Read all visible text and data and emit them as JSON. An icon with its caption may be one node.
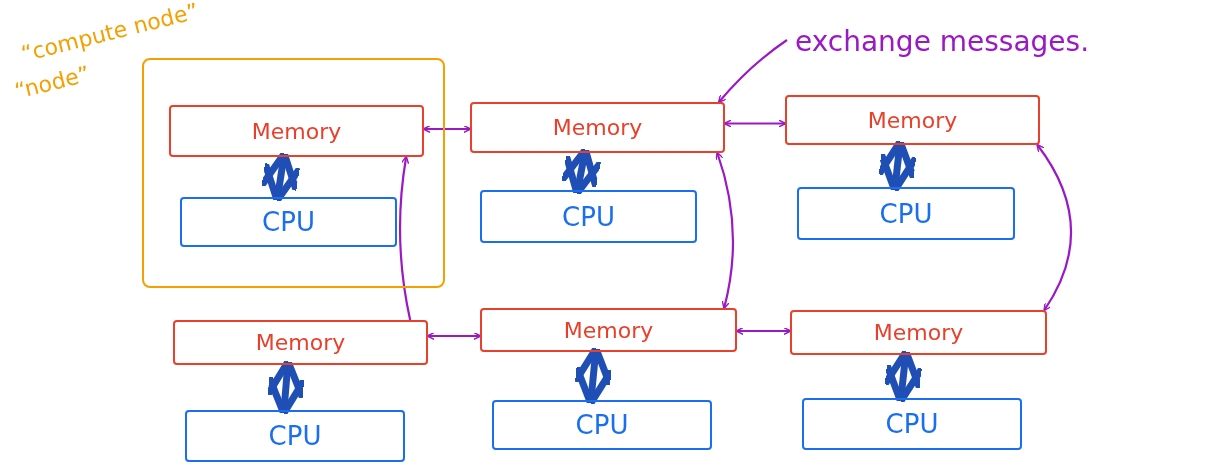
{
  "diagram": {
    "nodes": [
      {
        "text": [
          "“compute node”",
          "“node”"
        ]
      },
      {
        "text": [
          "Memory"
        ],
        "in": 0
      },
      {
        "text": [
          "CPU"
        ],
        "in": 0
      },
      {
        "text": [
          "Memory"
        ]
      },
      {
        "text": [
          "CPU"
        ]
      },
      {
        "text": [
          "Memory"
        ]
      },
      {
        "text": [
          "CPU"
        ]
      },
      {
        "text": [
          "Memory"
        ]
      },
      {
        "text": [
          "CPU"
        ]
      },
      {
        "text": [
          "Memory"
        ]
      },
      {
        "text": [
          "CPU"
        ]
      },
      {
        "text": [
          "Memory"
        ]
      },
      {
        "text": [
          "CPU"
        ]
      },
      {
        "text": [
          "exchange messages."
        ]
      }
    ],
    "edges": [
      {
        "from": 1,
        "to": 2,
        "arrow": "both",
        "style": "thick",
        "color": "#1f4fb5"
      },
      {
        "from": 3,
        "to": 4,
        "arrow": "both",
        "style": "thick",
        "color": "#1f4fb5"
      },
      {
        "from": 5,
        "to": 6,
        "arrow": "both",
        "style": "thick",
        "color": "#1f4fb5"
      },
      {
        "from": 7,
        "to": 8,
        "arrow": "both",
        "style": "thick",
        "color": "#1f4fb5"
      },
      {
        "from": 9,
        "to": 10,
        "arrow": "both",
        "style": "thick",
        "color": "#1f4fb5"
      },
      {
        "from": 11,
        "to": 12,
        "arrow": "both",
        "style": "thick",
        "color": "#1f4fb5"
      },
      {
        "from": 1,
        "to": 3,
        "arrow": "both"
      },
      {
        "from": 3,
        "to": 5,
        "arrow": "both"
      },
      {
        "from": 7,
        "to": 9,
        "arrow": "both"
      },
      {
        "from": 9,
        "to": 11,
        "arrow": "both"
      },
      {
        "from": 7,
        "to": 1,
        "arrow": "to"
      },
      {
        "from": 3,
        "to": 9,
        "arrow": "both"
      },
      {
        "from": 5,
        "to": 11,
        "arrow": "both"
      },
      {
        "from": 13,
        "to": 3,
        "arrow": "to"
      }
    ]
  }
}
